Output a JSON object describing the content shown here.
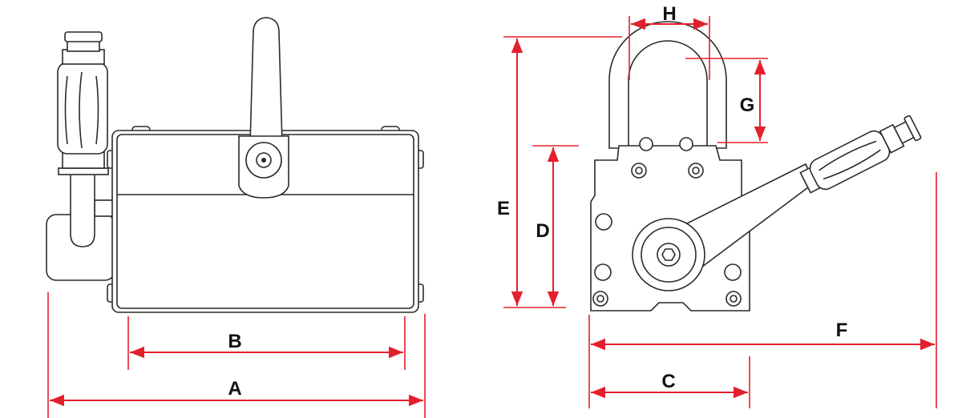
{
  "diagram": {
    "colors": {
      "dimension": "#e3202c",
      "outline": "#2a2a2a"
    },
    "labels": {
      "A": "A",
      "B": "B",
      "C": "C",
      "D": "D",
      "E": "E",
      "F": "F",
      "G": "G",
      "H": "H"
    }
  }
}
